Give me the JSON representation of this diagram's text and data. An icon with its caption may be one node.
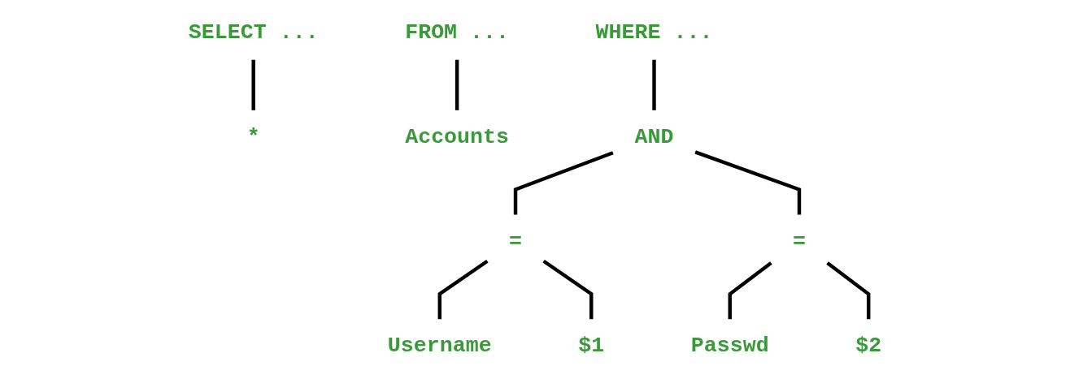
{
  "diagram": {
    "nodes": [
      {
        "text": [
          "SELECT ..."
        ]
      },
      {
        "text": [
          "FROM ..."
        ]
      },
      {
        "text": [
          "WHERE ..."
        ]
      },
      {
        "text": [
          "*"
        ]
      },
      {
        "text": [
          "Accounts"
        ]
      },
      {
        "text": [
          "AND"
        ]
      },
      {
        "text": [
          "="
        ]
      },
      {
        "text": [
          "="
        ]
      },
      {
        "text": [
          "Username"
        ]
      },
      {
        "text": [
          "$1"
        ]
      },
      {
        "text": [
          "Passwd"
        ]
      },
      {
        "text": [
          "$2"
        ]
      }
    ],
    "edges": [
      {
        "from": 0,
        "to": 3,
        "arrow": "none"
      },
      {
        "from": 1,
        "to": 4,
        "arrow": "none"
      },
      {
        "from": 2,
        "to": 5,
        "arrow": "none"
      },
      {
        "from": 5,
        "to": 6,
        "arrow": "none"
      },
      {
        "from": 5,
        "to": 7,
        "arrow": "none"
      },
      {
        "from": 6,
        "to": 8,
        "arrow": "none"
      },
      {
        "from": 6,
        "to": 9,
        "arrow": "none"
      },
      {
        "from": 7,
        "to": 10,
        "arrow": "none"
      },
      {
        "from": 7,
        "to": 11,
        "arrow": "none"
      }
    ]
  }
}
